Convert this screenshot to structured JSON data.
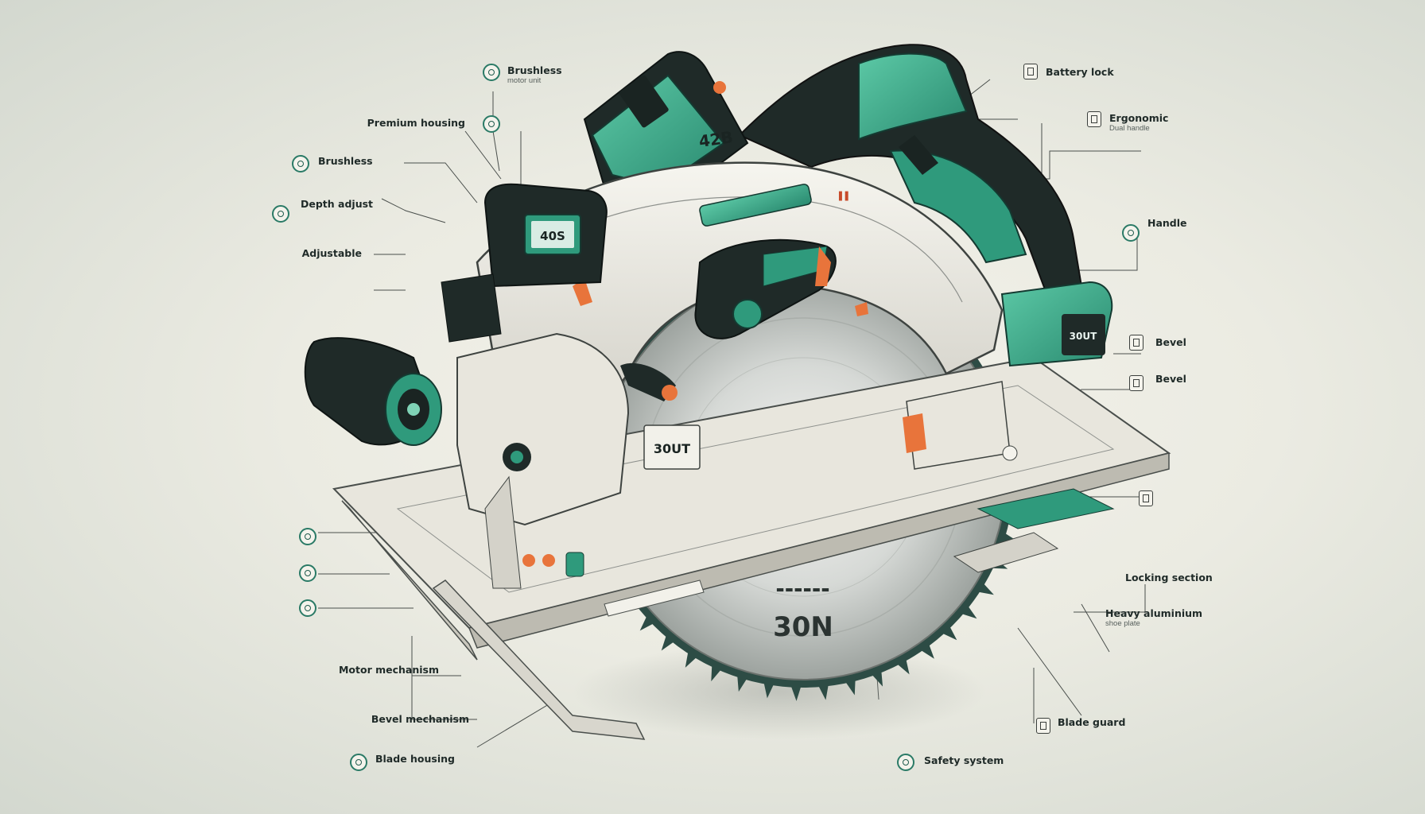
{
  "device": {
    "battery_top_label": "42B",
    "battery_pack_label": "40S",
    "motor_plate_label": "30UT",
    "right_battery_label": "30UT",
    "blade_label": "30N"
  },
  "colors": {
    "accent": "#3fae8e",
    "accent_dark": "#1e5a4c",
    "body": "#1f2a28",
    "guard": "#eae8df",
    "orange": "#e8743b",
    "blade": "#c8cbc8"
  },
  "callouts": [
    {
      "id": "c-top-1",
      "title": "Brushless",
      "desc": "motor unit",
      "icon": "gear-icon"
    },
    {
      "id": "c-top-2",
      "title": "Premium housing",
      "desc": "",
      "icon": "shield-icon"
    },
    {
      "id": "c-left-1",
      "title": "Brushless",
      "desc": "",
      "icon": "motor-icon"
    },
    {
      "id": "c-left-2",
      "title": "Depth adjust",
      "desc": "",
      "icon": "depth-icon"
    },
    {
      "id": "c-left-3",
      "title": "Adjustable",
      "desc": "",
      "icon": ""
    },
    {
      "id": "c-left-4",
      "title": "",
      "desc": "",
      "icon": ""
    },
    {
      "id": "c-right-1",
      "title": "Battery lock",
      "desc": "",
      "icon": "lock-icon"
    },
    {
      "id": "c-right-2",
      "title": "Ergonomic",
      "desc": "Dual handle",
      "icon": "handle-icon"
    },
    {
      "id": "c-right-3",
      "title": "Handle",
      "desc": "",
      "icon": "grip-icon"
    },
    {
      "id": "c-right-4",
      "title": "Bevel",
      "desc": "",
      "icon": "bevel-icon"
    },
    {
      "id": "c-right-5",
      "title": "Bevel",
      "desc": "",
      "icon": "angle-icon"
    },
    {
      "id": "c-right-6",
      "title": "",
      "desc": "",
      "icon": "guide-icon"
    },
    {
      "id": "c-right-7",
      "title": "Locking section",
      "desc": "",
      "icon": ""
    },
    {
      "id": "c-right-8",
      "title": "Heavy aluminium",
      "desc": "shoe plate",
      "icon": ""
    },
    {
      "id": "c-right-9",
      "title": "",
      "desc": "",
      "icon": ""
    },
    {
      "id": "c-right-10",
      "title": "Blade guard",
      "desc": "",
      "icon": "guard-icon"
    },
    {
      "id": "c-bot-1",
      "title": "",
      "desc": "",
      "icon": ""
    },
    {
      "id": "c-bot-2",
      "title": "Safety system",
      "desc": "",
      "icon": "safety-icon"
    },
    {
      "id": "c-left-5",
      "title": "",
      "desc": "",
      "icon": "bolt-icon"
    },
    {
      "id": "c-left-6",
      "title": "",
      "desc": "",
      "icon": "clamp-icon"
    },
    {
      "id": "c-left-7",
      "title": "",
      "desc": "",
      "icon": "dial-icon"
    },
    {
      "id": "c-left-8",
      "title": "",
      "desc": "",
      "icon": ""
    },
    {
      "id": "c-left-9",
      "title": "Motor mechanism",
      "desc": "",
      "icon": ""
    },
    {
      "id": "c-left-10",
      "title": "Bevel mechanism",
      "desc": "",
      "icon": ""
    },
    {
      "id": "c-left-11",
      "title": "Blade housing",
      "desc": "",
      "icon": "blade-icon"
    }
  ]
}
